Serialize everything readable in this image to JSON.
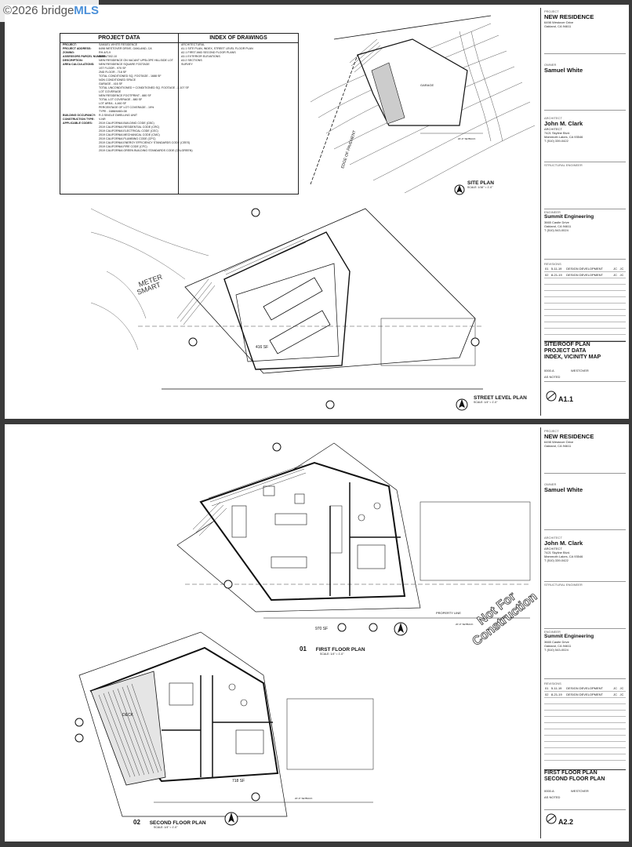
{
  "watermark": {
    "copyright": "©2026 bridge",
    "brand": "MLS"
  },
  "sheet1": {
    "project_data": {
      "title": "PROJECT DATA",
      "rows": [
        {
          "k": "PROJECT:",
          "v": "SAMUEL WHITE RESIDENCE"
        },
        {
          "k": "PROJECT ADDRESS:",
          "v": "6498 WESTOVER DRIVE, OAKLAND, CA"
        },
        {
          "k": "ZONING:",
          "v": "RH-4/S-9"
        },
        {
          "k": "ASSESSORS PARCEL NUMBER:",
          "v": "048D-7302-10"
        },
        {
          "k": "DESCRIPTION:",
          "v": "NEW RESIDENCE ON VACANT UPSLOPE HILLSIDE LOT"
        },
        {
          "k": "AREA CALCULATIONS:",
          "v": "NEW RESIDENCE SQUARE FOOTAGE"
        },
        {
          "k": "",
          "v": "1ST FLOOR - 970 SF"
        },
        {
          "k": "",
          "v": "2ND FLOOR - 718 SF"
        },
        {
          "k": "",
          "v": "TOTAL CONDITIONED SQ. FOOTAGE - 1688 SF"
        },
        {
          "k": "",
          "v": "NON CONDITIONED SPACE"
        },
        {
          "k": "",
          "v": "GARAGE - 416 SF"
        },
        {
          "k": "",
          "v": "TOTAL UNCONDITIONED + CONDITIONED SQ. FOOTAGE - 2,107 SF"
        },
        {
          "k": "",
          "v": "LOT COVERAGE"
        },
        {
          "k": "",
          "v": "NEW RESIDENCE FOOTPRINT - 880 SF"
        },
        {
          "k": "",
          "v": "TOTAL LOT COVERAGE - 880 SF"
        },
        {
          "k": "",
          "v": "LOT AREA - 4,460 SF"
        },
        {
          "k": "",
          "v": "PERCENTAGE OF LOT COVERAGE - 19%"
        },
        {
          "k": "",
          "v": "TYPE - 1688/4460=38"
        },
        {
          "k": "BUILDING OCCUPANCY:",
          "v": "R-3 SINGLE DWELLING UNIT"
        },
        {
          "k": "CONSTRUCTION TYPE:",
          "v": "V-NR"
        },
        {
          "k": "APPLICABLE CODES:",
          "v": "2019 CALIFORNIA BUILDING CODE (CBC)"
        },
        {
          "k": "",
          "v": "2019 CALIFORNIA RESIDENTIAL CODE (CRC)"
        },
        {
          "k": "",
          "v": "2019 CALIFORNIA ELECTRICAL CODE (CEC)"
        },
        {
          "k": "",
          "v": "2019 CALIFORNIA MECHANICAL CODE (CMC)"
        },
        {
          "k": "",
          "v": "2019 CALIFORNIA PLUMBING CODE (CPC)"
        },
        {
          "k": "",
          "v": "2019 CALIFORNIA ENERGY EFFICIENCY STANDARDS CODE (CEES)"
        },
        {
          "k": "",
          "v": "2019 CALIFORNIA FIRE CODE (CFC)"
        },
        {
          "k": "",
          "v": "2019 CALIFORNIA GREEN BUILDING STANDARDS CODE (CALGREEN)"
        }
      ],
      "index_title": "INDEX OF DRAWINGS",
      "index_rows": [
        "ARCHITECTURAL",
        "A1.1   SITE PLAN, INDEX, STREET LEVEL FLOOR PLAN",
        "A2.1   FIRST AND SECOND FLOOR PLANS",
        "A3.1   EXTERIOR ELEVATIONS",
        "A3.2   SECTIONS",
        "SURVEY"
      ]
    },
    "site_plan_title": "SITE PLAN",
    "site_plan_scale": "SCALE: 1/16\" = 1'-0\"",
    "street_plan_title": "STREET LEVEL PLAN",
    "street_plan_scale": "SCALE: 1/4\" = 1'-0\"",
    "garage_area": "416 SF",
    "site_labels": {
      "smart": "SMART",
      "meter": "METER",
      "edge": "EDGE OF PAVEMENT",
      "garage": "GARAGE",
      "setback": "20'-0\" SETBACK"
    },
    "title_block": {
      "project_lbl": "PROJECT",
      "project": "NEW RESIDENCE",
      "address1": "6498 Westover Drive",
      "address2": "Oakland, CA 94611",
      "owner_lbl": "OWNER",
      "owner": "Samuel White",
      "architect_lbl": "ARCHITECT",
      "architect": "John M. Clark",
      "architect_role": "ARCHITECT",
      "arch_addr1": "7421 Skyline Blvd.",
      "arch_addr2": "Mammoth Lakes, CA 93546",
      "arch_phone": "T (510) 339-0422",
      "structural_lbl": "STRUCTURAL ENGINEER",
      "engineer_lbl": "ENGINEER",
      "engineer": "Summit Engineering",
      "eng_addr1": "3665 Castle Drive",
      "eng_addr2": "Oakland, CA 94611",
      "eng_phone": "T (510) 543-0024",
      "revisions_lbl": "REVISIONS",
      "revisions": [
        {
          "no": "01",
          "date": "5-11-19",
          "desc": "DESIGN DEVELOPMENT",
          "by": "JC",
          "chk": "JC"
        },
        {
          "no": "02",
          "date": "8-21-19",
          "desc": "DESIGN DEVELOPMENT",
          "by": "JC",
          "chk": "JC"
        }
      ],
      "sheet_title_1": "SITE/ROOF PLAN",
      "sheet_title_2": "PROJECT DATA",
      "sheet_title_3": "INDEX, VICINITY MAP",
      "project_no": "0000.A",
      "file": "WESTOVER",
      "scale": "AS NOTED",
      "sheet_no": "A1.1"
    }
  },
  "sheet2": {
    "first_floor_num": "01",
    "first_floor_title": "FIRST FLOOR PLAN",
    "first_floor_scale": "SCALE: 1/4\" = 1'-0\"",
    "second_floor_num": "02",
    "second_floor_title": "SECOND FLOOR PLAN",
    "second_floor_scale": "SCALE: 1/4\" = 1'-0\"",
    "first_floor_area": "970 SF",
    "second_floor_area": "718 SF",
    "deck_label": "DECK",
    "property_line": "PROPERTY LINE",
    "setback": "20'-0\" SETBACK",
    "stamp_line1": "Not For",
    "stamp_line2": "Construction",
    "title_block": {
      "project_lbl": "PROJECT",
      "project": "NEW RESIDENCE",
      "address1": "6498 Westover Drive",
      "address2": "Oakland, CA 94611",
      "owner_lbl": "OWNER",
      "owner": "Samuel White",
      "architect_lbl": "ARCHITECT",
      "architect": "John M. Clark",
      "architect_role": "ARCHITECT",
      "arch_addr1": "7421 Skyline Blvd.",
      "arch_addr2": "Mammoth Lakes, CA 93546",
      "arch_phone": "T (510) 339-0422",
      "structural_lbl": "STRUCTURAL ENGINEER",
      "engineer_lbl": "ENGINEER",
      "engineer": "Summit Engineering",
      "eng_addr1": "3665 Castle Drive",
      "eng_addr2": "Oakland, CA 94611",
      "eng_phone": "T (510) 543-0024",
      "revisions_lbl": "REVISIONS",
      "revisions": [
        {
          "no": "01",
          "date": "5-11-19",
          "desc": "DESIGN DEVELOPMENT",
          "by": "JC",
          "chk": "JC"
        },
        {
          "no": "02",
          "date": "8-21-19",
          "desc": "DESIGN DEVELOPMENT",
          "by": "JC",
          "chk": "JC"
        }
      ],
      "sheet_title_1": "FIRST FLOOR PLAN",
      "sheet_title_2": "SECOND FLOOR PLAN",
      "project_no": "0000.A",
      "file": "WESTOVER",
      "scale": "AS NOTED",
      "sheet_no": "A2.2"
    }
  }
}
